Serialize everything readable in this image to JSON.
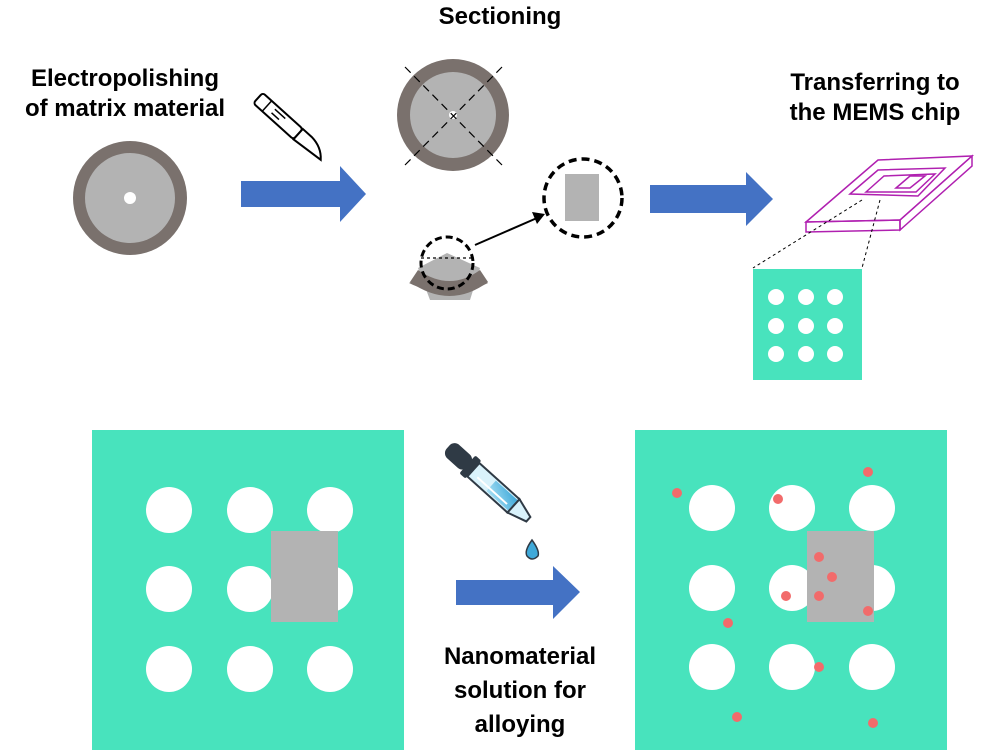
{
  "labels": {
    "electropolishing_line1": "Electropolishing",
    "electropolishing_line2": "of matrix material",
    "sectioning": "Sectioning",
    "transferring_line1": "Transferring to",
    "transferring_line2": "the MEMS chip",
    "nanomaterial_line1": "Nanomaterial",
    "nanomaterial_line2": "solution for",
    "nanomaterial_line3": "alloying"
  },
  "icons": {
    "scalpel": "scalpel-icon",
    "dropper": "dropper-icon"
  },
  "colors": {
    "chip_green": "#48E3BD",
    "arrow_blue": "#4472C4",
    "ring_gray": "#7A716D",
    "sample_gray": "#B3B3B3",
    "particle_red": "#F26B6B",
    "mems_purple": "#B020B0"
  }
}
